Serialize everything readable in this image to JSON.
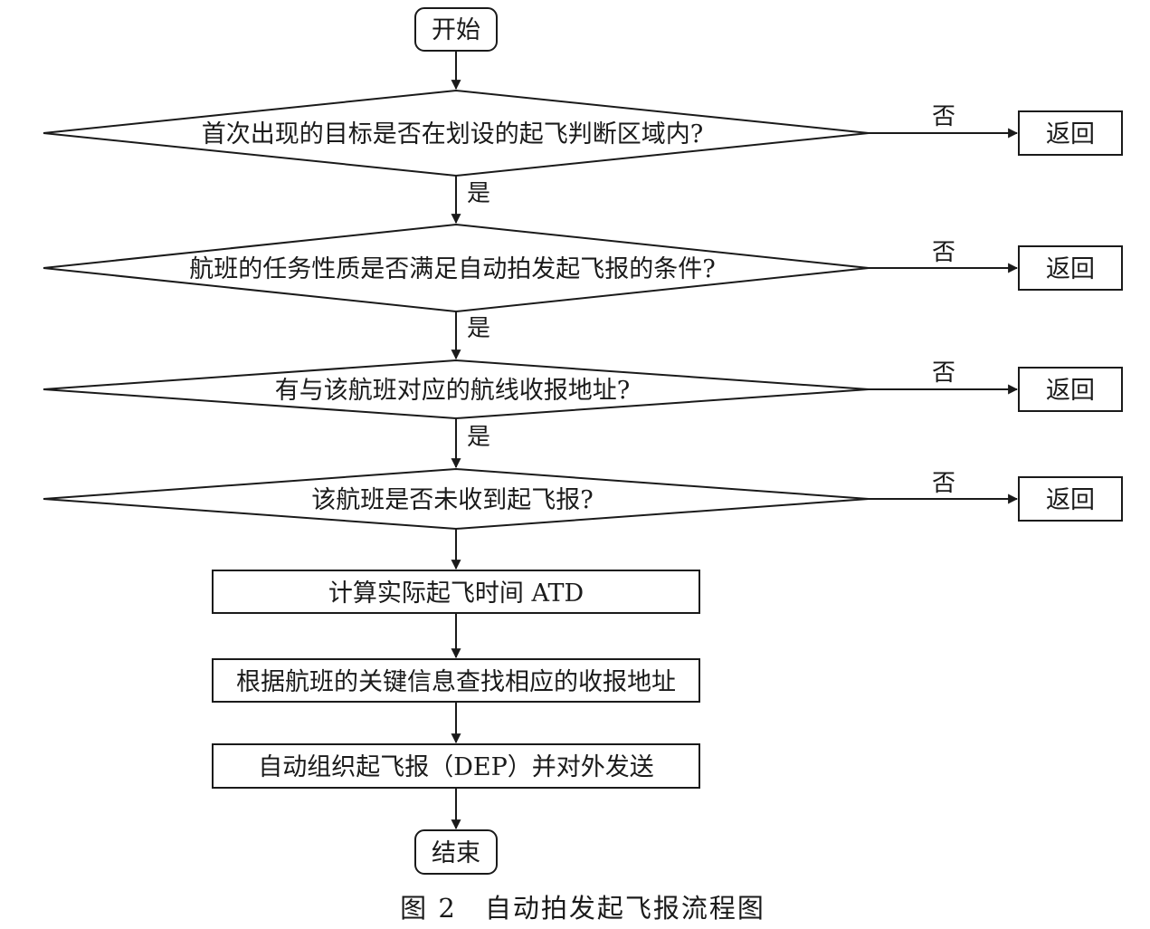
{
  "nodes": {
    "start": "开始",
    "decision1": "首次出现的目标是否在划设的起飞判断区域内?",
    "decision2": "航班的任务性质是否满足自动拍发起飞报的条件?",
    "decision3": "有与该航班对应的航线收报地址?",
    "decision4": "该航班是否未收到起飞报?",
    "process1": "计算实际起飞时间 ATD",
    "process2": "根据航班的关键信息查找相应的收报地址",
    "process3": "自动组织起飞报（DEP）并对外发送",
    "end": "结束"
  },
  "branches": {
    "no_label": "否",
    "yes_label": "是",
    "return_label": "返回"
  },
  "caption": "图 2　自动拍发起飞报流程图"
}
